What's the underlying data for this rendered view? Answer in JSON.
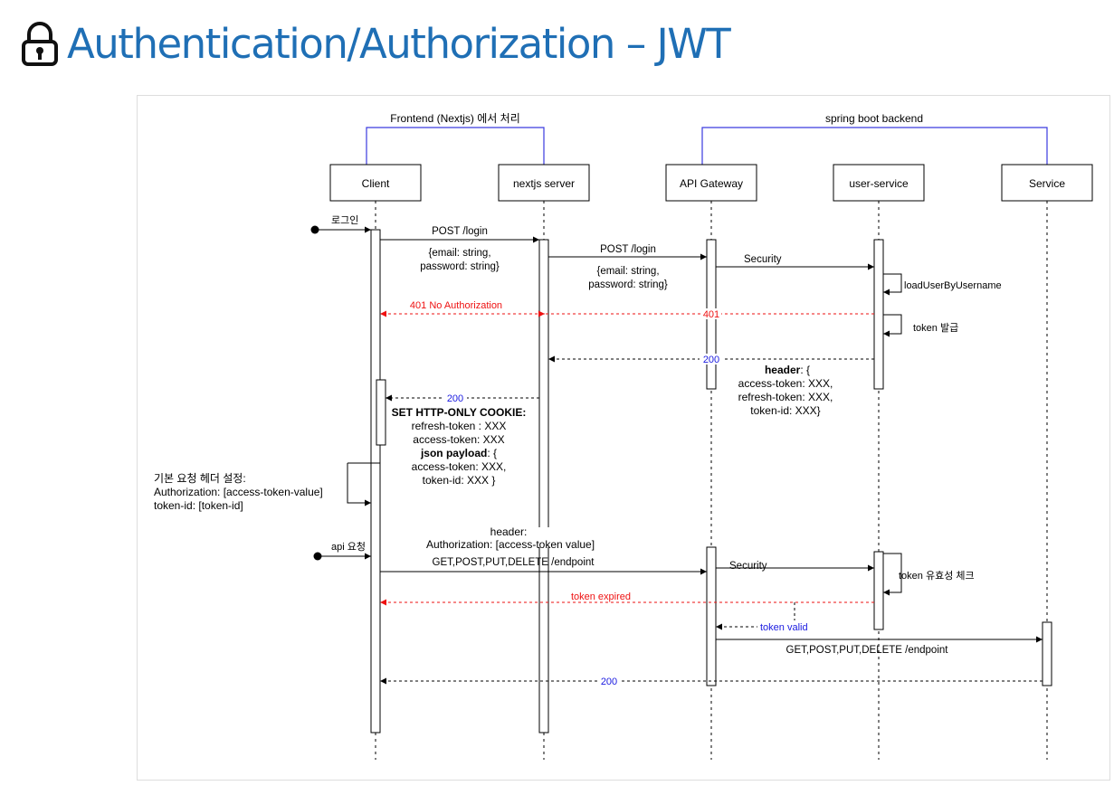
{
  "title": "Authentication/Authorization – JWT",
  "colors": {
    "title": "#1f6fb5",
    "group_bracket": "#3a3adf",
    "error": "#ee1111",
    "status": "#1a1ae0"
  },
  "icons": {
    "title_icon": "lock-icon"
  },
  "groups": {
    "frontend": "Frontend (Nextjs) 에서 처리",
    "backend": "spring boot backend"
  },
  "participants": {
    "client": "Client",
    "nextjs": "nextjs server",
    "gateway": "API Gateway",
    "user_service": "user-service",
    "service": "Service"
  },
  "login": {
    "start_label": "로그인",
    "msg1": "POST /login",
    "payload1": [
      "{email: string,",
      "password: string}"
    ],
    "msg2": "POST /login",
    "payload2": [
      "{email: string,",
      "password: string}"
    ],
    "security": "Security",
    "load_user": "loadUserByUsername",
    "error_label": "401 No Authorization",
    "error_code": "401",
    "token_issue": "token 발급",
    "ok_code": "200",
    "header_block": {
      "bold": "header",
      "first_rest": ": {",
      "lines": [
        "access-token: XXX,",
        "refresh-token: XXX,",
        "token-id: XXX}"
      ]
    },
    "ok_code_client": "200",
    "cookie_block": {
      "heading": "SET HTTP-ONLY COOKIE:",
      "lines1": [
        "refresh-token : XXX",
        "access-token: XXX"
      ],
      "json_bold": "json payload",
      "json_rest": ": {",
      "lines2": [
        "access-token: XXX,",
        "token-id: XXX }"
      ]
    }
  },
  "default_header": {
    "lines": [
      "기본 요청 헤더 설정:",
      "Authorization:  [access-token-value]",
      "token-id: [token-id]"
    ]
  },
  "api": {
    "start_label": "api 요청",
    "header_lines": [
      "header:",
      "Authorization: [access-token value]"
    ],
    "request": "GET,POST,PUT,DELETE /endpoint",
    "security": "Security",
    "validity_check": "token 유효성 체크",
    "expired": "token expired",
    "valid": "token valid",
    "forward": "GET,POST,PUT,DELETE /endpoint",
    "final_code": "200"
  }
}
